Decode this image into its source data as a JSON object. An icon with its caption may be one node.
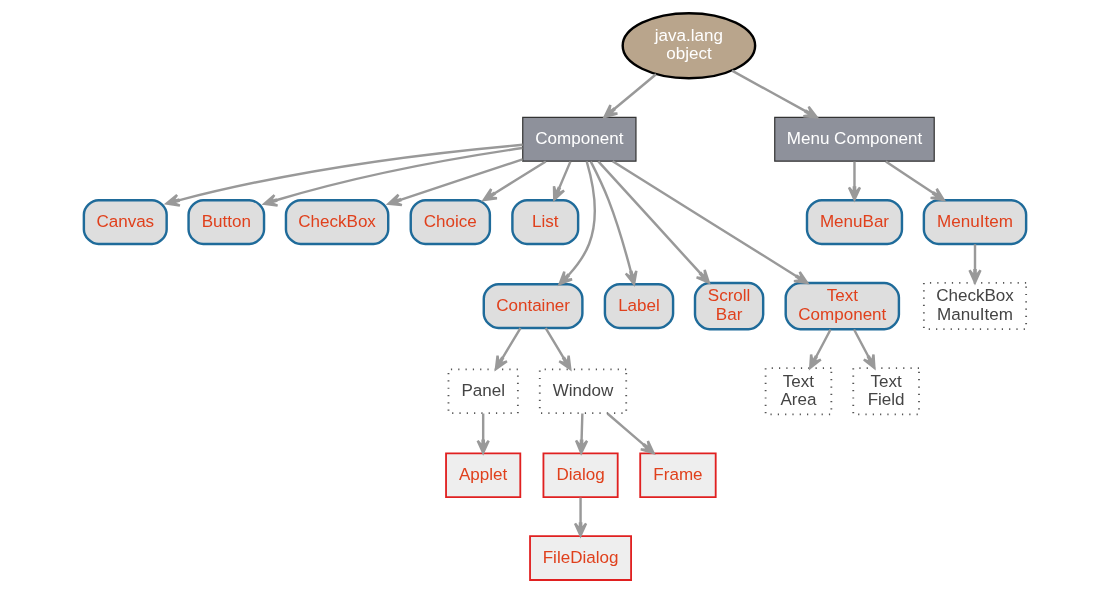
{
  "diagram": {
    "nodes": [
      {
        "text": [
          "java.lang object"
        ]
      },
      {
        "text": [
          "Component"
        ]
      },
      {
        "text": [
          "Menu Component"
        ]
      },
      {
        "text": [
          "Canvas"
        ]
      },
      {
        "text": [
          "Button"
        ]
      },
      {
        "text": [
          "CheckBox"
        ]
      },
      {
        "text": [
          "Choice"
        ]
      },
      {
        "text": [
          "List"
        ]
      },
      {
        "text": [
          "Container"
        ]
      },
      {
        "text": [
          "Label"
        ]
      },
      {
        "text": [
          "Scroll Bar"
        ]
      },
      {
        "text": [
          "Text Component"
        ]
      },
      {
        "text": [
          "MenuBar"
        ]
      },
      {
        "text": [
          "MenuItem"
        ]
      },
      {
        "text": [
          "CheckBox ManuItem"
        ]
      },
      {
        "text": [
          "Panel"
        ]
      },
      {
        "text": [
          "Window"
        ]
      },
      {
        "text": [
          "Text Area"
        ]
      },
      {
        "text": [
          "Text Field"
        ]
      },
      {
        "text": [
          "Applet"
        ]
      },
      {
        "text": [
          "Dialog"
        ]
      },
      {
        "text": [
          "Frame"
        ]
      },
      {
        "text": [
          "FileDialog"
        ]
      }
    ],
    "edges": [
      {
        "from": 0,
        "to": 1,
        "arrow": "to"
      },
      {
        "from": 0,
        "to": 2,
        "arrow": "to"
      },
      {
        "from": 1,
        "to": 3,
        "arrow": "to"
      },
      {
        "from": 1,
        "to": 8,
        "arrow": "to"
      },
      {
        "from": 1,
        "to": 4,
        "arrow": "to"
      },
      {
        "from": 1,
        "to": 9,
        "arrow": "to"
      },
      {
        "from": 1,
        "to": 5,
        "arrow": "to"
      },
      {
        "from": 1,
        "to": 10,
        "arrow": "to"
      },
      {
        "from": 1,
        "to": 6,
        "arrow": "to"
      },
      {
        "from": 1,
        "to": 11,
        "arrow": "to"
      },
      {
        "from": 1,
        "to": 7,
        "arrow": "to"
      },
      {
        "from": 2,
        "to": 12,
        "arrow": "to"
      },
      {
        "from": 2,
        "to": 13,
        "arrow": "to"
      },
      {
        "from": 13,
        "to": 14,
        "arrow": "to"
      },
      {
        "from": 8,
        "to": 15,
        "arrow": "to"
      },
      {
        "from": 8,
        "to": 16,
        "arrow": "to"
      },
      {
        "from": 11,
        "to": 17,
        "arrow": "to"
      },
      {
        "from": 11,
        "to": 18,
        "arrow": "to"
      },
      {
        "from": 15,
        "to": 19,
        "arrow": "to"
      },
      {
        "from": 16,
        "to": 20,
        "arrow": "to"
      },
      {
        "from": 16,
        "to": 21,
        "arrow": "to"
      },
      {
        "from": 20,
        "to": 22,
        "arrow": "to"
      }
    ]
  }
}
